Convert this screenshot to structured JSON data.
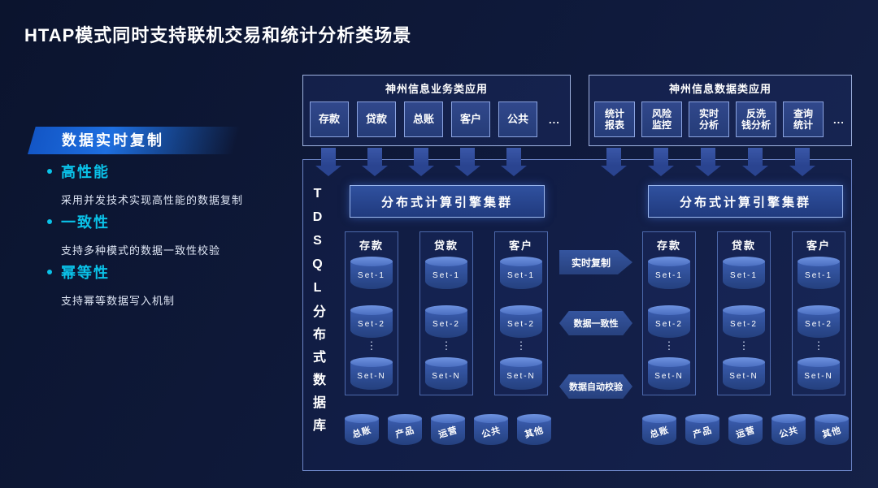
{
  "title": "HTAP模式同时支持联机交易和统计分析类场景",
  "left_panel": {
    "banner": "数据实时复制",
    "features": [
      {
        "name": "高性能",
        "desc": "采用并发技术实现高性能的数据复制"
      },
      {
        "name": "一致性",
        "desc": "支持多种模式的数据一致性校验"
      },
      {
        "name": "幂等性",
        "desc": "支持幂等数据写入机制"
      }
    ]
  },
  "business_apps": {
    "title": "神州信息业务类应用",
    "items": [
      "存款",
      "贷款",
      "总账",
      "客户",
      "公共"
    ],
    "more": "..."
  },
  "data_apps": {
    "title": "神州信息数据类应用",
    "items": [
      "统计\n报表",
      "风险\n监控",
      "实时\n分析",
      "反洗\n钱分析",
      "查询\n统计"
    ],
    "more": "..."
  },
  "tdsql": {
    "vertical_label": "TDSQL分布式数据库",
    "engine_left": "分布式计算引擎集群",
    "engine_right": "分布式计算引擎集群",
    "groups_left": [
      {
        "name": "存款",
        "sets": [
          "Set-1",
          "Set-2",
          "Set-N"
        ]
      },
      {
        "name": "贷款",
        "sets": [
          "Set-1",
          "Set-2",
          "Set-N"
        ]
      },
      {
        "name": "客户",
        "sets": [
          "Set-1",
          "Set-2",
          "Set-N"
        ]
      }
    ],
    "groups_right": [
      {
        "name": "存款",
        "sets": [
          "Set-1",
          "Set-2",
          "Set-N"
        ]
      },
      {
        "name": "贷款",
        "sets": [
          "Set-1",
          "Set-2",
          "Set-N"
        ]
      },
      {
        "name": "客户",
        "sets": [
          "Set-1",
          "Set-2",
          "Set-N"
        ]
      }
    ],
    "dots": "⋮",
    "flow_labels": [
      "实时复制",
      "数据一致性",
      "数据自动校验"
    ],
    "bottom_left": [
      "总账",
      "产品",
      "运营",
      "公共",
      "其他"
    ],
    "bottom_right": [
      "总账",
      "产品",
      "运营",
      "公共",
      "其他"
    ]
  },
  "colors": {
    "background": "#0f1a3c",
    "accent_cyan": "#0ac2e8",
    "banner_blue": "#1e6fe0",
    "box_border": "#9fb3e0",
    "cylinder_top": "#6e93e0"
  }
}
